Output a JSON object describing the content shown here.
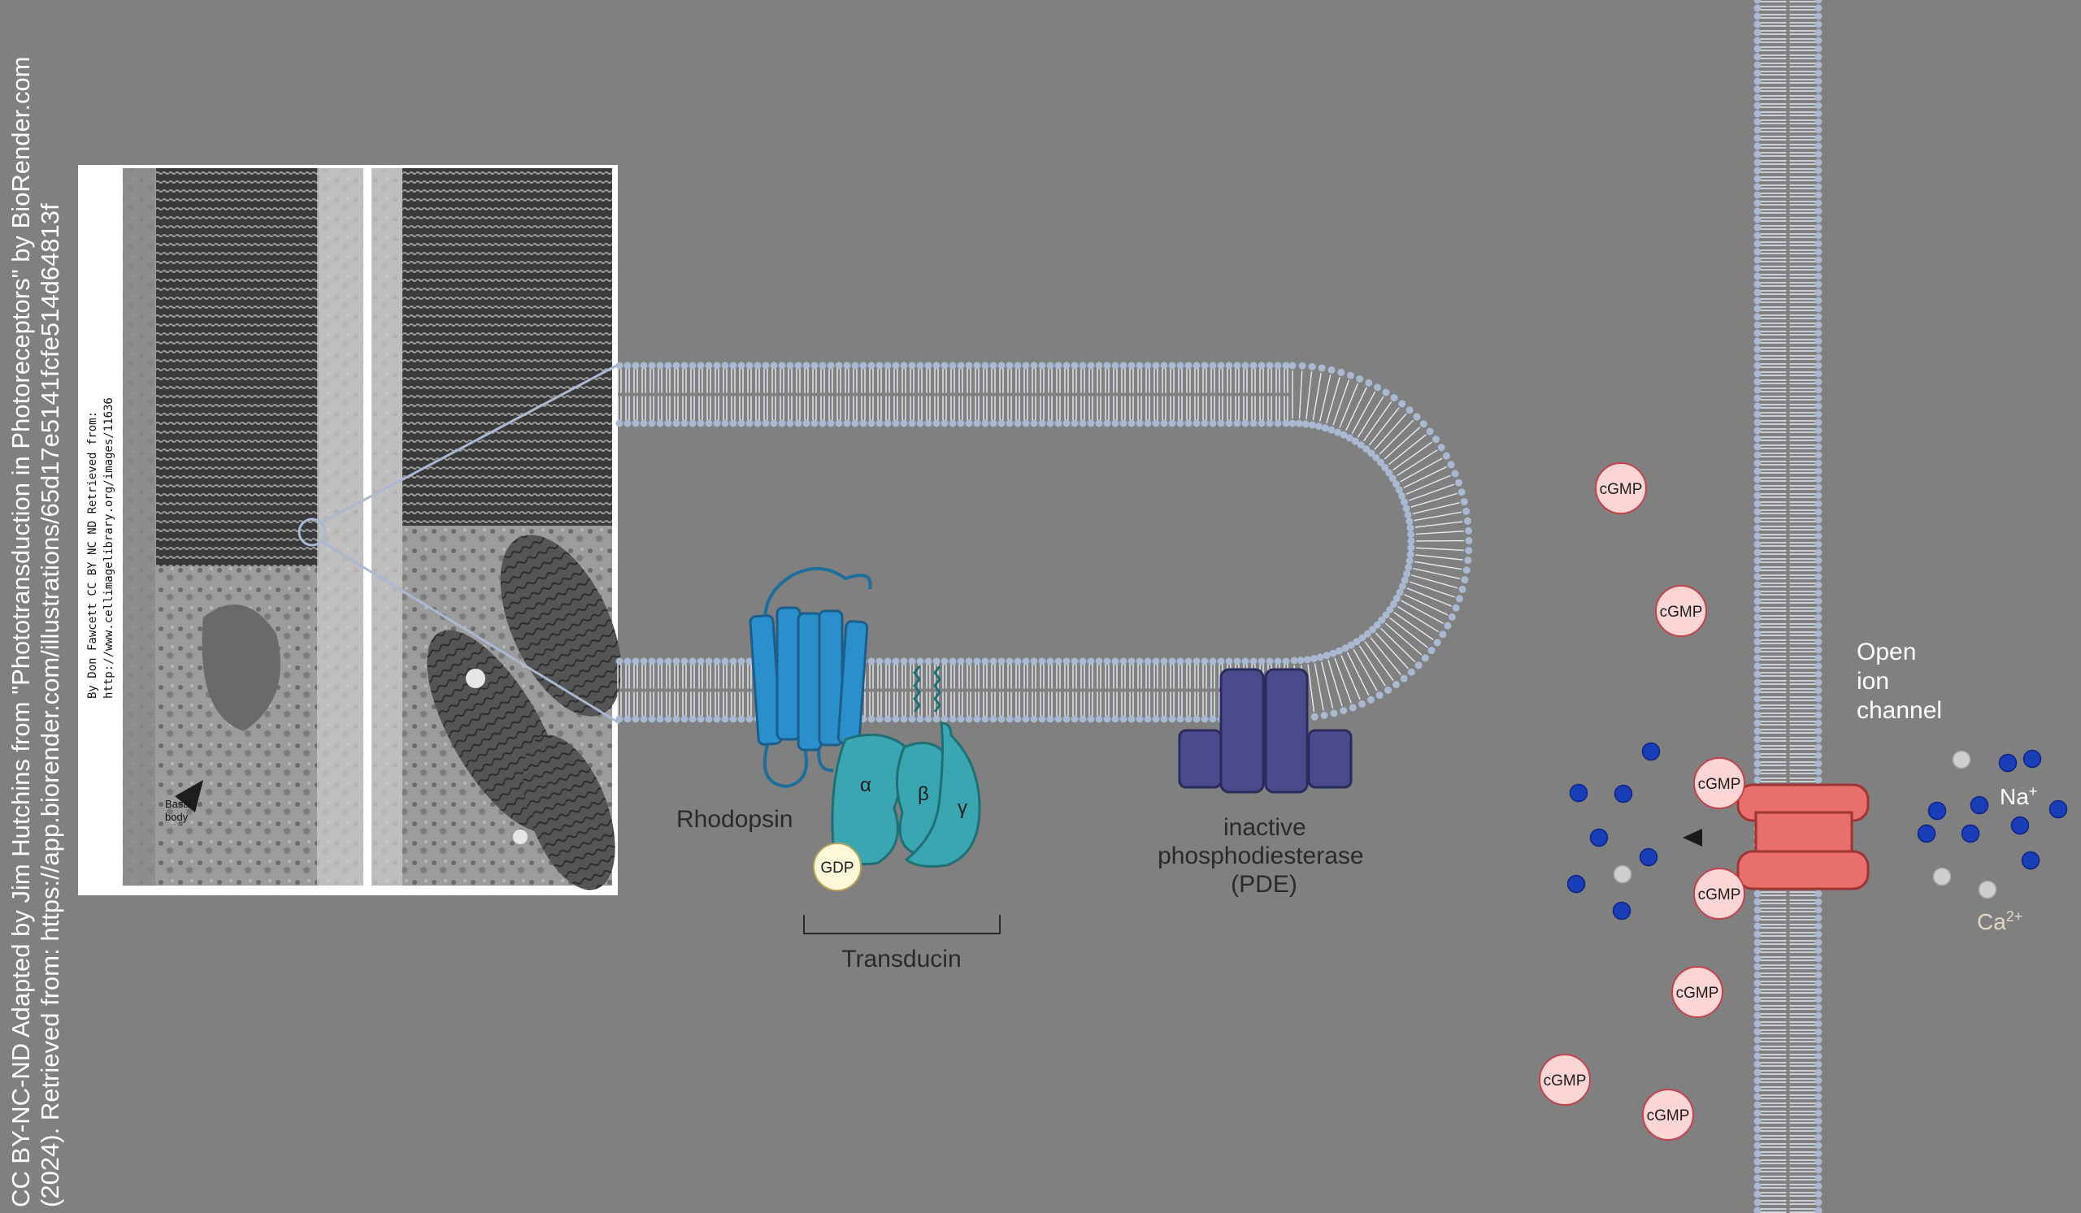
{
  "credit": {
    "text": "CC BY-NC-ND Adapted by Jim Hutchins from \"Phototransduction in Photoreceptors\" by BioRender.com\n(2024). Retrieved from: https://app.biorender.com/illustrations/65d17e5141fcfe514d64813f"
  },
  "micrograph": {
    "credit_line1": "By Don Fawcett CC BY NC ND Retrieved from:",
    "credit_line2": "http://www.cellimagelibrary.org/images/11636",
    "basal_body_label_1": "Basal",
    "basal_body_label_2": "body"
  },
  "labels": {
    "rhodopsin": "Rhodopsin",
    "alpha": "α",
    "beta": "β",
    "gamma": "γ",
    "gdp": "GDP",
    "transducin": "Transducin",
    "pde_line1": "inactive",
    "pde_line2": "phosphodiesterase",
    "pde_line3": "(PDE)",
    "channel_line1": "Open",
    "channel_line2": "ion",
    "channel_line3": "channel",
    "na": "Na",
    "na_sup": "+",
    "ca": "Ca",
    "ca_sup": "2+",
    "cgmp": "cGMP"
  },
  "colors": {
    "background": "#808080",
    "membrane_head": "#a9b9d1",
    "rhodopsin": "#2b8fcb",
    "transducin": "#3aa6b1",
    "gdp": "#fff8d8",
    "pde": "#4b4a8c",
    "channel": "#e96f6d",
    "cgmp_fill": "#fbd6d5",
    "cgmp_stroke": "#c3434a",
    "sodium": "#1a3db8",
    "calcium": "#cfcfcf"
  }
}
